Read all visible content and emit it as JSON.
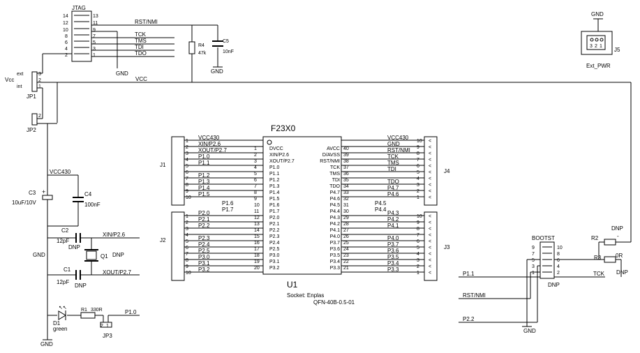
{
  "jtag": {
    "title": "JTAG",
    "pins_left": [
      "14",
      "12",
      "10",
      "8",
      "6",
      "4",
      "2"
    ],
    "pins_right": [
      "13",
      "11",
      "9",
      "7",
      "5",
      "3",
      "1"
    ],
    "nets": [
      "RST/NMI",
      "TCK",
      "TMS",
      "TDI",
      "TDO"
    ],
    "gnd": "GND"
  },
  "r4": {
    "ref": "R4",
    "value": "47k"
  },
  "c5": {
    "ref": "C5",
    "value": "10nF",
    "gnd": "GND"
  },
  "vcc_net": "VCC",
  "vcc_sel": {
    "label": "Vcc",
    "ext": "ext",
    "int": "int",
    "jp1": "JP1",
    "jp2": "JP2",
    "p3": "3",
    "p2": "2",
    "p1": "1",
    "jp2_p2": "2",
    "jp2_p1": "1"
  },
  "vcc430": "VCC430",
  "c3": {
    "ref": "C3",
    "value": "10uF/10V"
  },
  "c4": {
    "ref": "C4",
    "value": "100nF"
  },
  "gnd_side": "GND",
  "c2": {
    "ref": "C2",
    "value": "12pF",
    "net": "XIN/P2.6",
    "dnp": "DNP"
  },
  "c1": {
    "ref": "C1",
    "value": "12pF",
    "net": "XOUT/P2.7",
    "dnp": "DNP"
  },
  "q1": {
    "ref": "Q1",
    "dnp": "DNP"
  },
  "d1": {
    "ref": "D1",
    "value": "green"
  },
  "r1": {
    "ref": "R1",
    "value": "330R"
  },
  "jp3": {
    "ref": "JP3",
    "net": "P1.0",
    "p2": "2",
    "p1": "1"
  },
  "gnd_bottom": "GND",
  "j5": {
    "ref": "J5",
    "gnd": "GND",
    "label": "Ext_PWR",
    "pins": [
      "3",
      "2",
      "1"
    ]
  },
  "u1": {
    "title": "F23X0",
    "ref": "U1",
    "socket": "Socket: Enplas",
    "package": "QFN-40B-0.5-01",
    "left_pins": [
      "DVCC",
      "XIN/P2.6",
      "XOUT/P2.7",
      "P1.0",
      "P1.1",
      "P1.2",
      "P1.3",
      "P1.4",
      "P1.5",
      "P1.6",
      "P1.7",
      "P2.0",
      "P2.1",
      "P2.2",
      "P2.3",
      "P2.4",
      "P2.5",
      "P3.0",
      "P3.1",
      "P3.2"
    ],
    "left_nums": [
      "1",
      "2",
      "3",
      "4",
      "5",
      "6",
      "7",
      "8",
      "9",
      "10",
      "11",
      "12",
      "13",
      "14",
      "15",
      "16",
      "17",
      "18",
      "19",
      "20"
    ],
    "right_pins": [
      "AVCC",
      "D/AVSS",
      "RST/NMI",
      "TCK",
      "TMS",
      "TDI",
      "TDO",
      "P4.7",
      "P4.6",
      "P4.5",
      "P4.4",
      "P4.3",
      "P4.2",
      "P4.1",
      "P4.0",
      "P3.7",
      "P3.6",
      "P3.5",
      "P3.4",
      "P3.3"
    ],
    "right_nums": [
      "40",
      "39",
      "38",
      "37",
      "36",
      "35",
      "34",
      "33",
      "32",
      "31",
      "30",
      "29",
      "28",
      "27",
      "26",
      "25",
      "24",
      "23",
      "22",
      "21"
    ]
  },
  "j1": {
    "ref": "J1",
    "nums": [
      "1",
      "2",
      "3",
      "4",
      "5",
      "6",
      "7",
      "8",
      "9",
      "10"
    ],
    "nets": [
      "VCC430",
      "XIN/P2.6",
      "XOUT/P2.7",
      "P1.0",
      "P1.1",
      "",
      "P1.2",
      "P1.3",
      "P1.4",
      "P1.5"
    ]
  },
  "j2": {
    "ref": "J2",
    "nums": [
      "1",
      "2",
      "3",
      "4",
      "5",
      "6",
      "7",
      "8",
      "9",
      "10"
    ],
    "nets": [
      "P2.0",
      "P2.1",
      "P2.2",
      "",
      "P2.3",
      "P2.4",
      "P2.5",
      "P3.0",
      "P3.1",
      "P3.2"
    ]
  },
  "mid_nets": [
    "P1.6",
    "P1.7"
  ],
  "j4": {
    "ref": "J4",
    "nums": [
      "10",
      "9",
      "8",
      "7",
      "6",
      "5",
      "4",
      "3",
      "2",
      "1"
    ],
    "nets": [
      "VCC430",
      "GND",
      "RST/NMI",
      "TCK",
      "TMS",
      "TDI",
      "",
      "TDO",
      "P4.7",
      "P4.6"
    ]
  },
  "j3": {
    "ref": "J3",
    "nums": [
      "10",
      "9",
      "8",
      "7",
      "6",
      "5",
      "4",
      "3",
      "2",
      "1"
    ],
    "nets": [
      "P4.3",
      "P4.2",
      "P4.1",
      "",
      "P4.0",
      "P3.7",
      "P3.6",
      "P3.5",
      "P3.4",
      "P3.3"
    ]
  },
  "mid_nets_right": [
    "P4.5",
    "P4.4"
  ],
  "bootst": {
    "title": "BOOTST",
    "dnp": "DNP",
    "pins_left": [
      "9",
      "7",
      "5",
      "3",
      "1"
    ],
    "pins_right": [
      "10",
      "8",
      "6",
      "4",
      "2"
    ],
    "nets_left": [
      "P1.1",
      "RST/NMI",
      "P2.2"
    ],
    "tck": "TCK",
    "gnd": "GND",
    "r2": "R2",
    "r3": "R3",
    "r3_val": "0R",
    "r2_dnp": "DNP",
    "r3_dnp": "DNP",
    "r2_mark": "-"
  }
}
